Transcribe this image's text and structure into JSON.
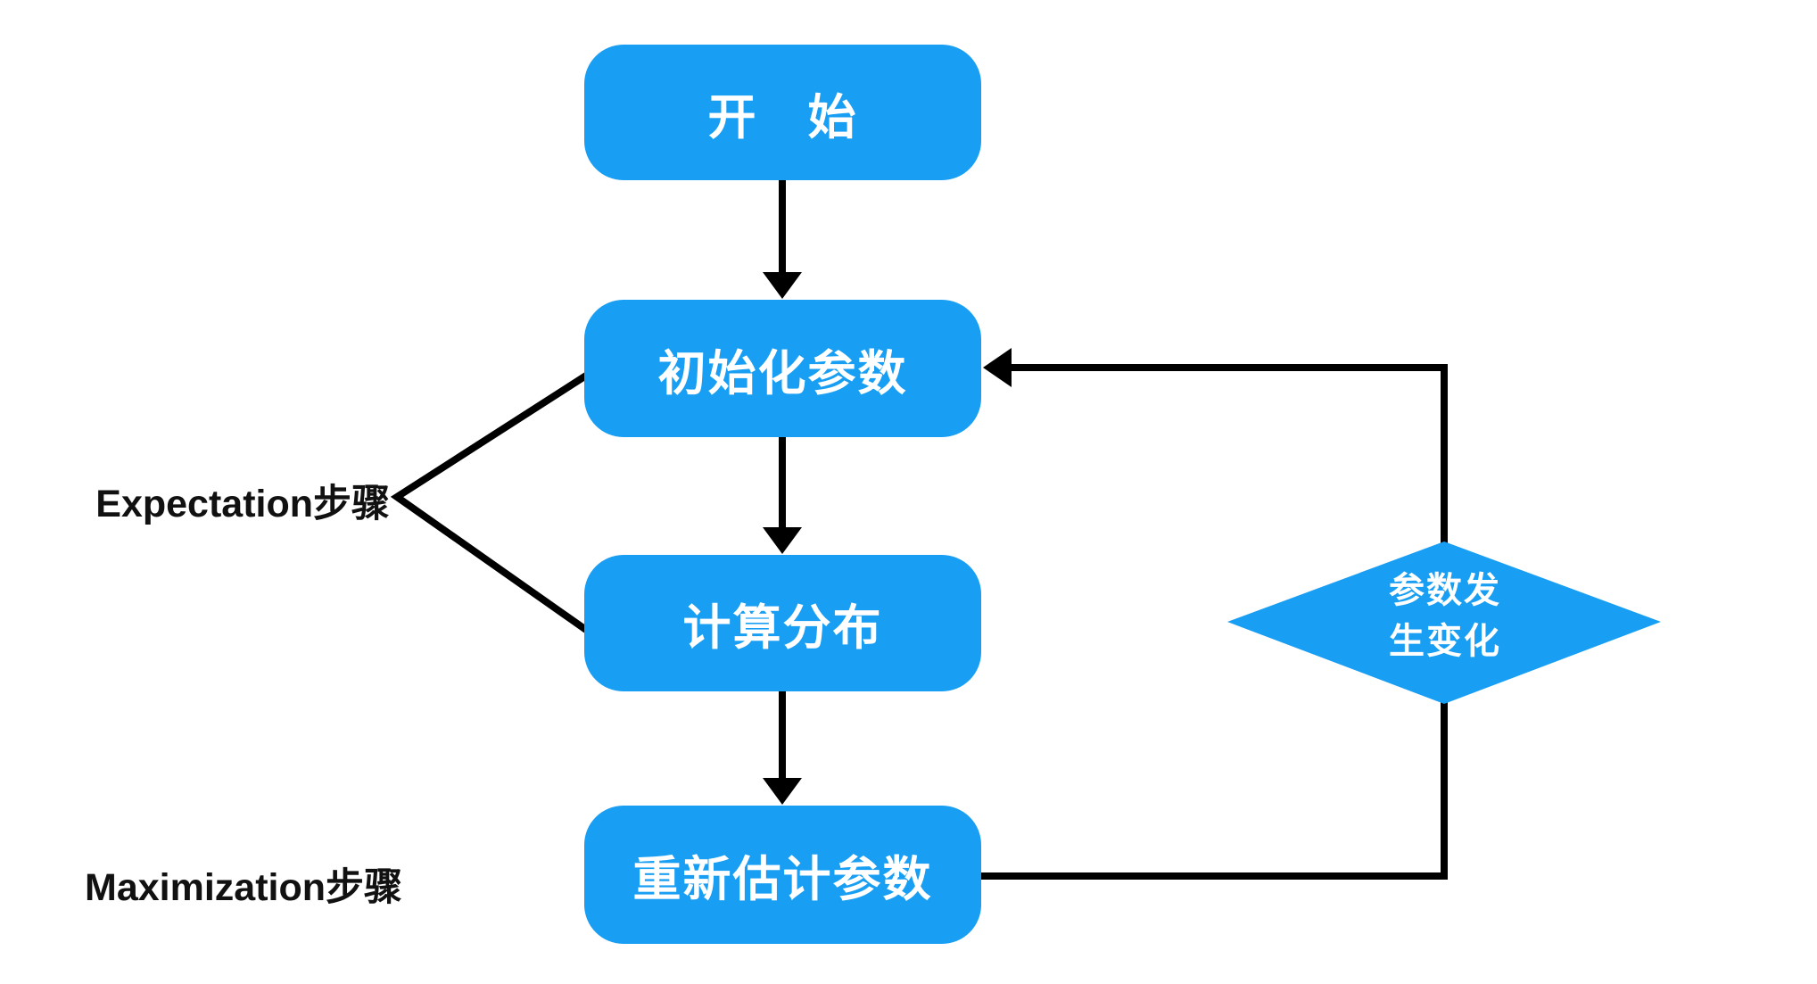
{
  "diagram": {
    "colors": {
      "node_fill": "#189ef3",
      "node_text": "#ffffff",
      "connector": "#000000",
      "side_label_text": "#111111",
      "background": "#ffffff"
    },
    "nodes": {
      "start": {
        "label": "开　始"
      },
      "init": {
        "label": "初始化参数"
      },
      "compute": {
        "label": "计算分布"
      },
      "reestimate": {
        "label": "重新估计参数"
      },
      "decision": {
        "line1": "参数发",
        "line2": "生变化"
      }
    },
    "side_labels": {
      "expectation": "Expectation步骤",
      "maximization": "Maximization步骤"
    }
  }
}
